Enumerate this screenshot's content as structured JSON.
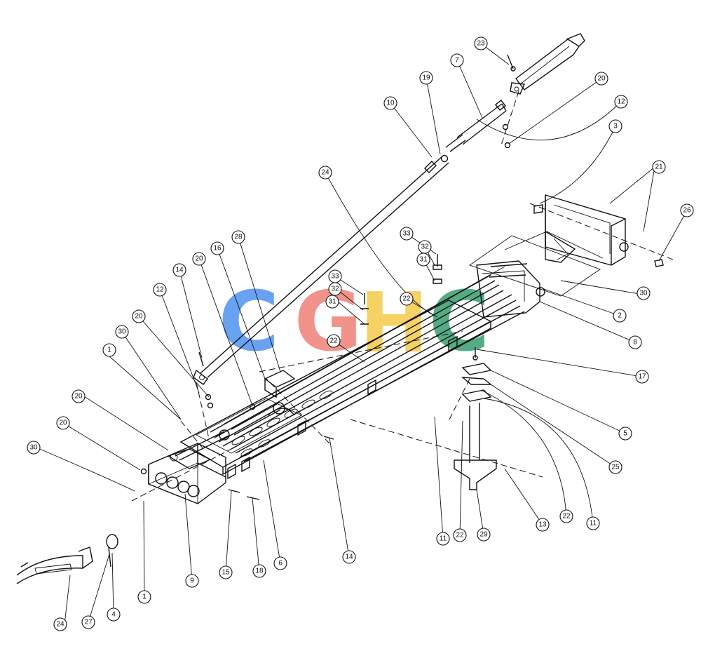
{
  "watermark": {
    "letters": [
      "C",
      "G",
      "H",
      "C"
    ],
    "colors": [
      "#4a8ef0",
      "#ef7b72",
      "#f5c842",
      "#2e9a6a"
    ]
  },
  "callouts": [
    "1",
    "2",
    "3",
    "4",
    "5",
    "6",
    "7",
    "8",
    "9",
    "10",
    "11",
    "12",
    "13",
    "14",
    "15",
    "16",
    "17",
    "18",
    "19",
    "20",
    "21",
    "22",
    "23",
    "24",
    "25",
    "26",
    "27",
    "28",
    "29",
    "30",
    "31",
    "32",
    "33"
  ]
}
